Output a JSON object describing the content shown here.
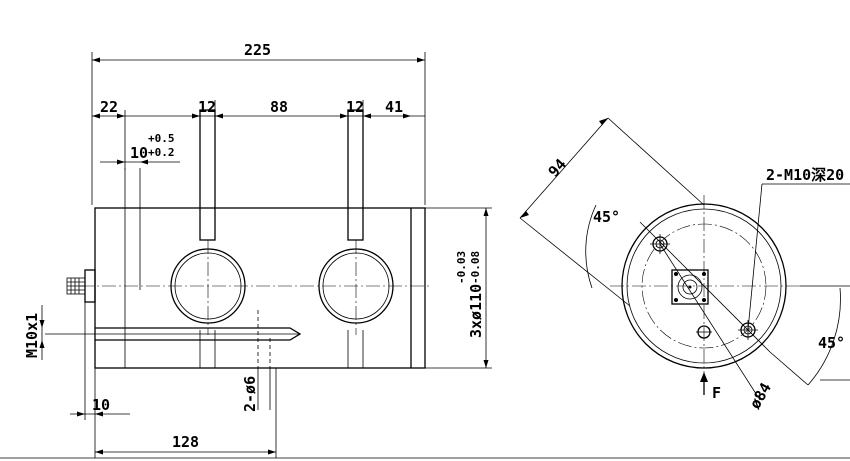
{
  "front_view": {
    "dim_total_length": "225",
    "dim_left_offset": "22",
    "dim_tol_main": "10",
    "dim_tol_upper": "+0.5",
    "dim_tol_lower": "+0.2",
    "dim_slot_width_1": "12",
    "dim_slot_spacing": "88",
    "dim_slot_width_2": "12",
    "dim_right_offset": "41",
    "dim_diameter": "3xø110",
    "dim_diameter_tol_upper": "-0.03",
    "dim_diameter_tol_lower": "-0.08",
    "dim_thread": "M10x1",
    "dim_holes": "2-ø6",
    "dim_connector_length": "10",
    "dim_hole_distance": "128"
  },
  "side_view": {
    "dim_length": "94",
    "dim_angle_top": "45°",
    "dim_angle_right": "45°",
    "dim_thread_holes": "2-M10深20",
    "dim_pcd": "ø84",
    "force_label": "F"
  }
}
